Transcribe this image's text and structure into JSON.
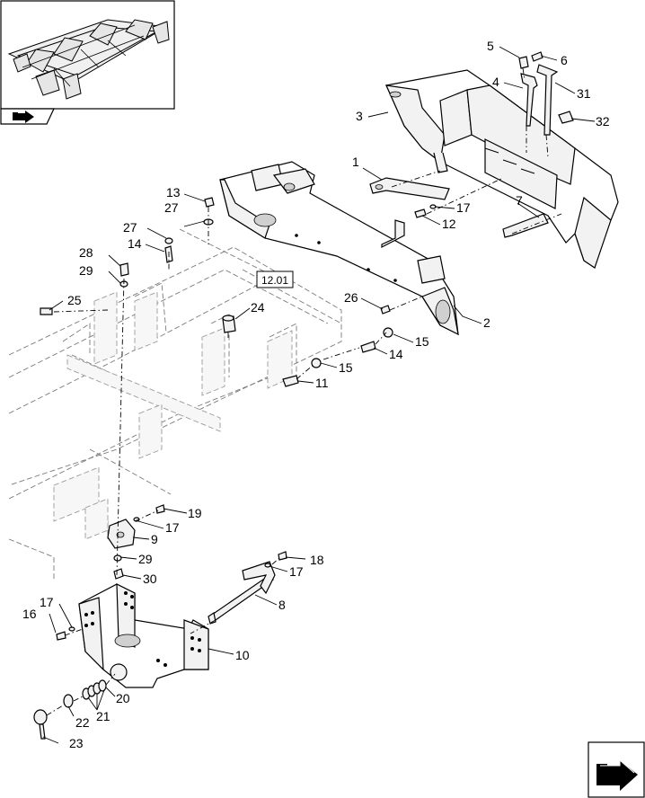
{
  "diagram": {
    "reference_box_label": "12.01",
    "callouts": [
      {
        "id": "c1",
        "label": "1"
      },
      {
        "id": "c2",
        "label": "2"
      },
      {
        "id": "c3",
        "label": "3"
      },
      {
        "id": "c4",
        "label": "4"
      },
      {
        "id": "c5",
        "label": "5"
      },
      {
        "id": "c6",
        "label": "6"
      },
      {
        "id": "c7",
        "label": "7"
      },
      {
        "id": "c8",
        "label": "8"
      },
      {
        "id": "c9",
        "label": "9"
      },
      {
        "id": "c10",
        "label": "10"
      },
      {
        "id": "c11",
        "label": "11"
      },
      {
        "id": "c12",
        "label": "12"
      },
      {
        "id": "c13",
        "label": "13"
      },
      {
        "id": "c14a",
        "label": "14"
      },
      {
        "id": "c14b",
        "label": "14"
      },
      {
        "id": "c15a",
        "label": "15"
      },
      {
        "id": "c15b",
        "label": "15"
      },
      {
        "id": "c16",
        "label": "16"
      },
      {
        "id": "c17a",
        "label": "17"
      },
      {
        "id": "c17b",
        "label": "17"
      },
      {
        "id": "c17c",
        "label": "17"
      },
      {
        "id": "c17d",
        "label": "17"
      },
      {
        "id": "c18",
        "label": "18"
      },
      {
        "id": "c19",
        "label": "19"
      },
      {
        "id": "c20",
        "label": "20"
      },
      {
        "id": "c21",
        "label": "21"
      },
      {
        "id": "c22",
        "label": "22"
      },
      {
        "id": "c23",
        "label": "23"
      },
      {
        "id": "c24",
        "label": "24"
      },
      {
        "id": "c25",
        "label": "25"
      },
      {
        "id": "c26",
        "label": "26"
      },
      {
        "id": "c27a",
        "label": "27"
      },
      {
        "id": "c27b",
        "label": "27"
      },
      {
        "id": "c28",
        "label": "28"
      },
      {
        "id": "c29a",
        "label": "29"
      },
      {
        "id": "c29b",
        "label": "29"
      },
      {
        "id": "c30",
        "label": "30"
      },
      {
        "id": "c31",
        "label": "31"
      },
      {
        "id": "c32",
        "label": "32"
      }
    ]
  },
  "icons": {
    "thumbnail": "chassis-thumbnail-icon",
    "back": "back-arrow-icon",
    "next": "next-page-arrow-icon"
  }
}
